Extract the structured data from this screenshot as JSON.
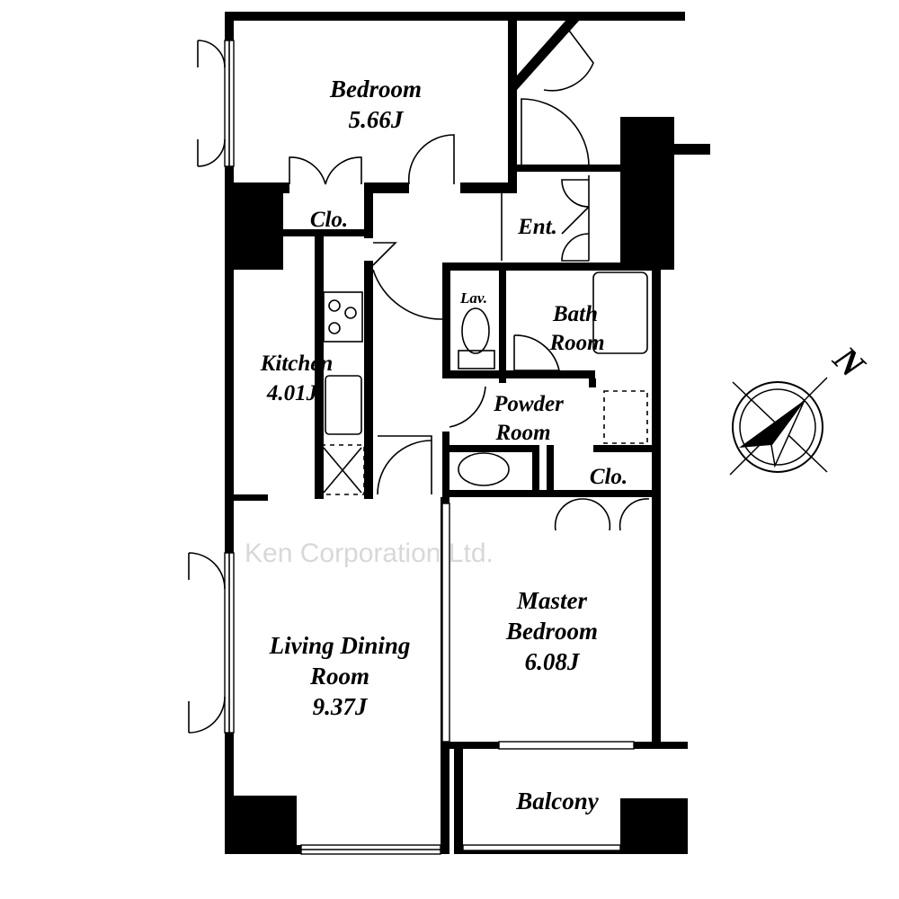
{
  "rooms": {
    "bedroom": {
      "name": "Bedroom",
      "size": "5.66J"
    },
    "closet_bedroom": {
      "name": "Clo."
    },
    "entrance": {
      "name": "Ent."
    },
    "lavatory": {
      "name": "Lav."
    },
    "bath": {
      "name_line1": "Bath",
      "name_line2": "Room"
    },
    "kitchen": {
      "name": "Kitchen",
      "size": "4.01J"
    },
    "powder": {
      "name_line1": "Powder",
      "name_line2": "Room"
    },
    "closet_master": {
      "name": "Clo."
    },
    "master": {
      "name_line1": "Master",
      "name_line2": "Bedroom",
      "size": "6.08J"
    },
    "living": {
      "name_line1": "Living Dining",
      "name_line2": "Room",
      "size": "9.37J"
    },
    "balcony": {
      "name": "Balcony"
    }
  },
  "compass": {
    "label": "N",
    "icon": "north-compass-icon"
  },
  "watermark": "Ken Corporation Ltd."
}
